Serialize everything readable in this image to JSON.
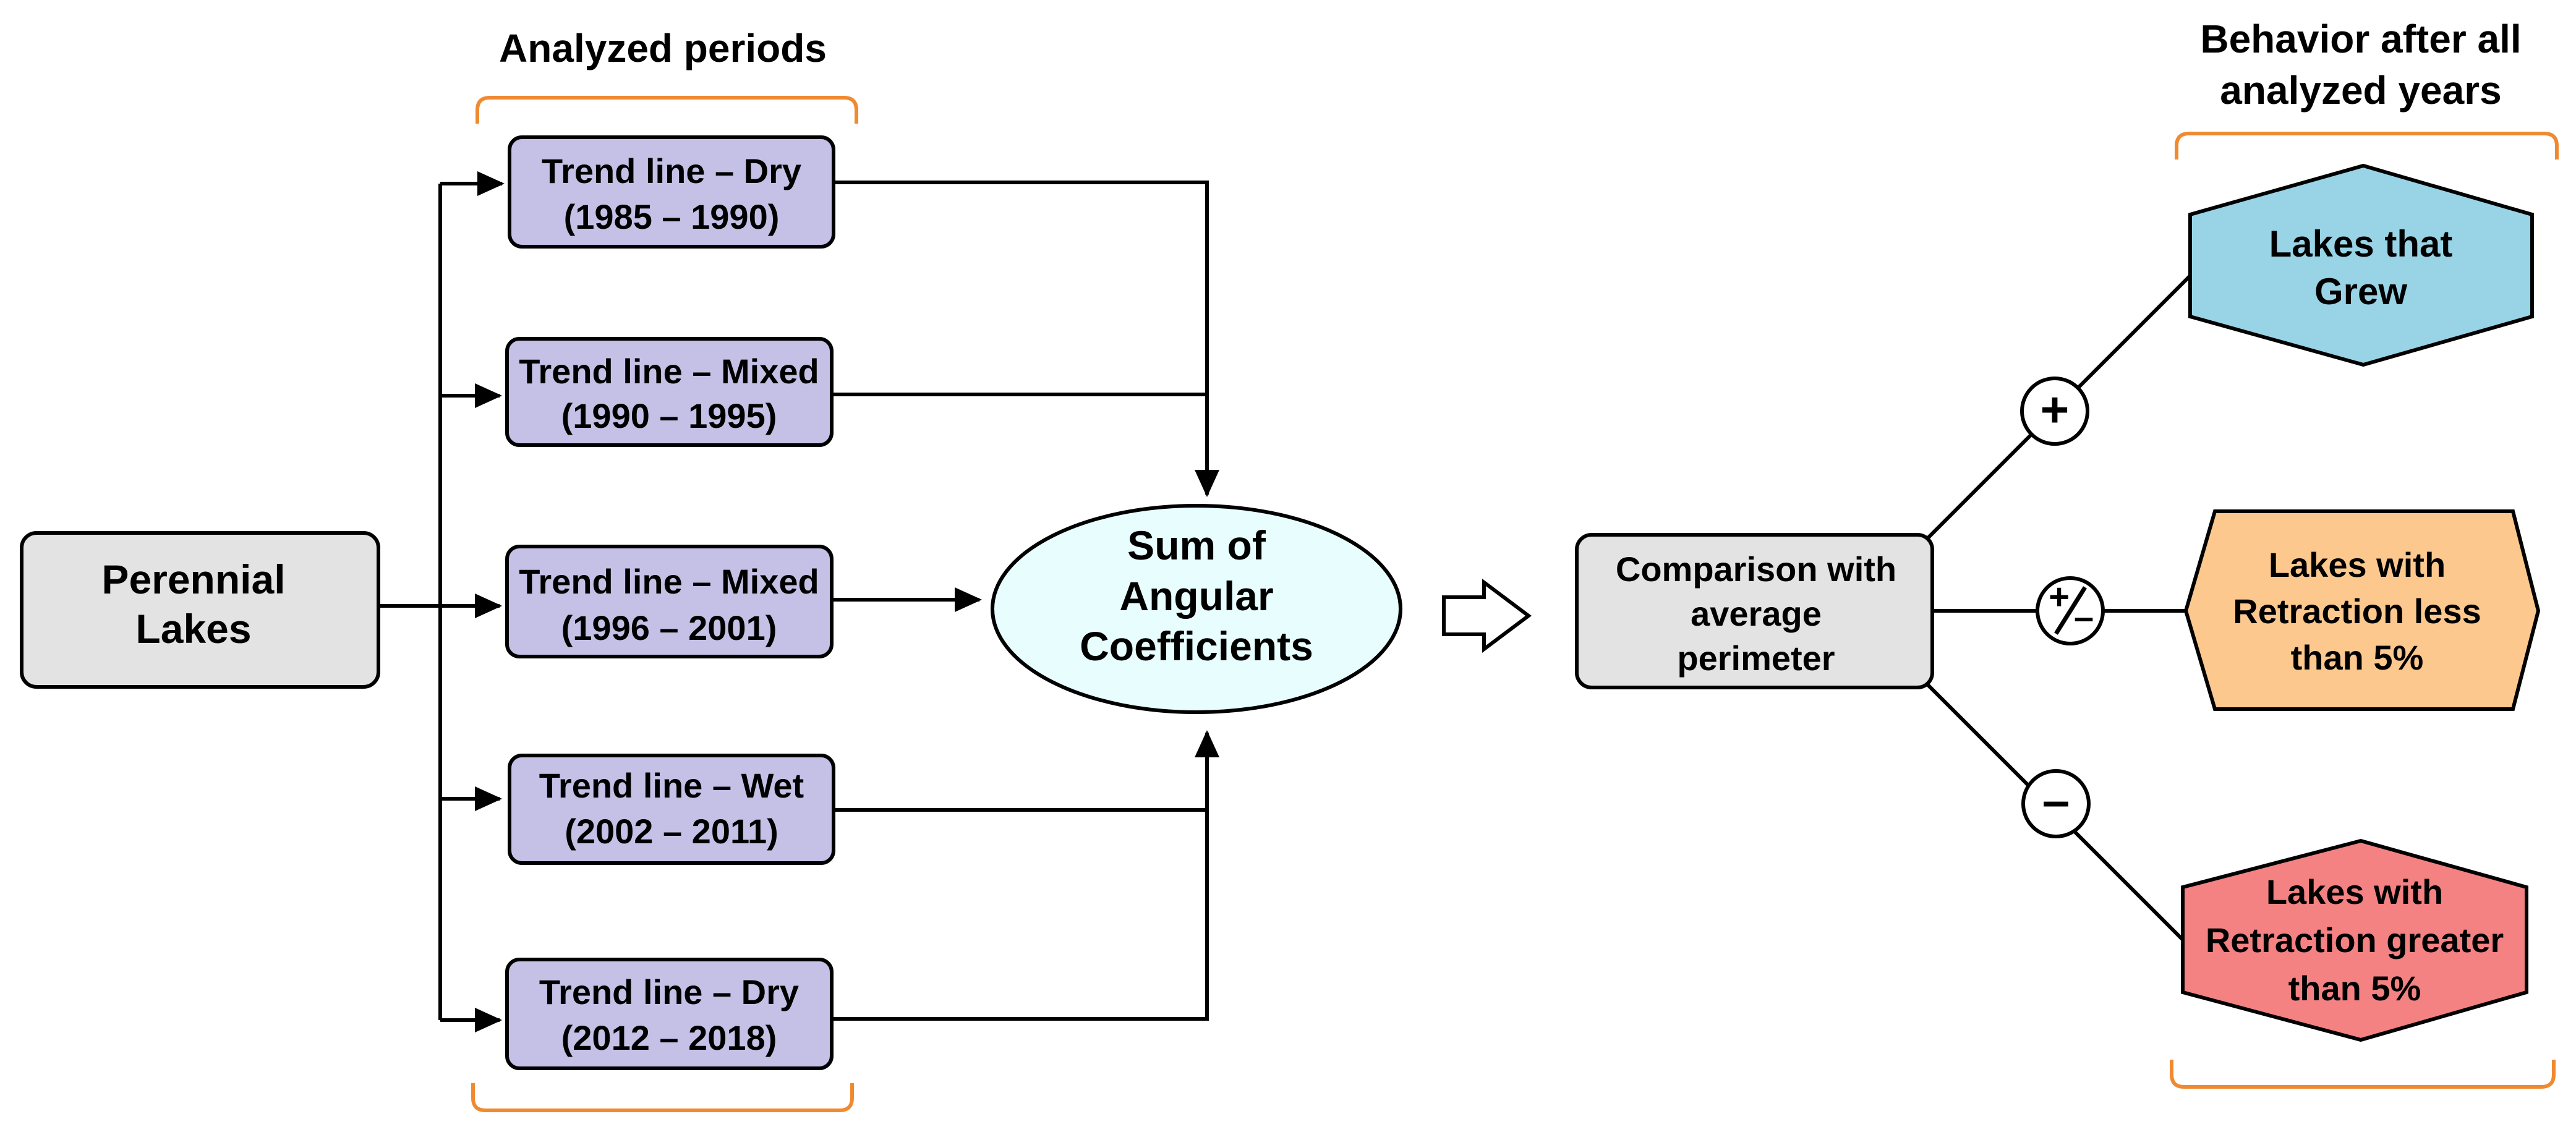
{
  "colors": {
    "period_box": "#c5c0e6",
    "source_box": "#e3e3e3",
    "sum_ellipse": "#e8fdfd",
    "compare_box": "#e3e3e3",
    "grew": "#98d4e6",
    "retraction_less": "#fcc88e",
    "retraction_greater": "#f48282",
    "bracket": "#f08a30",
    "plus_sign": "#1e9be6",
    "minus_sign": "#e0202a",
    "line": "#000000"
  },
  "headers": {
    "analyzed_periods": "Analyzed periods",
    "behavior_line1": "Behavior after all",
    "behavior_line2": "analyzed years"
  },
  "source": {
    "line1": "Perennial",
    "line2": "Lakes"
  },
  "periods": [
    {
      "line1": "Trend line – Dry",
      "line2": "(1985 – 1990)"
    },
    {
      "line1": "Trend line – Mixed",
      "line2": "(1990 – 1995)"
    },
    {
      "line1": "Trend line – Mixed",
      "line2": "(1996 – 2001)"
    },
    {
      "line1": "Trend line – Wet",
      "line2": "(2002 – 2011)"
    },
    {
      "line1": "Trend line – Dry",
      "line2": "(2012 – 2018)"
    }
  ],
  "sum": {
    "line1": "Sum of",
    "line2": "Angular",
    "line3": "Coefficients"
  },
  "comparison": {
    "line1": "Comparison with",
    "line2": "average",
    "line3": "perimeter"
  },
  "signs": {
    "plus": "+",
    "minus": "–"
  },
  "outcomes": {
    "grew": {
      "line1": "Lakes that",
      "line2": "Grew"
    },
    "less": {
      "line1": "Lakes with",
      "line2": "Retraction less",
      "line3": "than 5%"
    },
    "greater": {
      "line1": "Lakes with",
      "line2": "Retraction greater",
      "line3": "than 5%"
    }
  }
}
